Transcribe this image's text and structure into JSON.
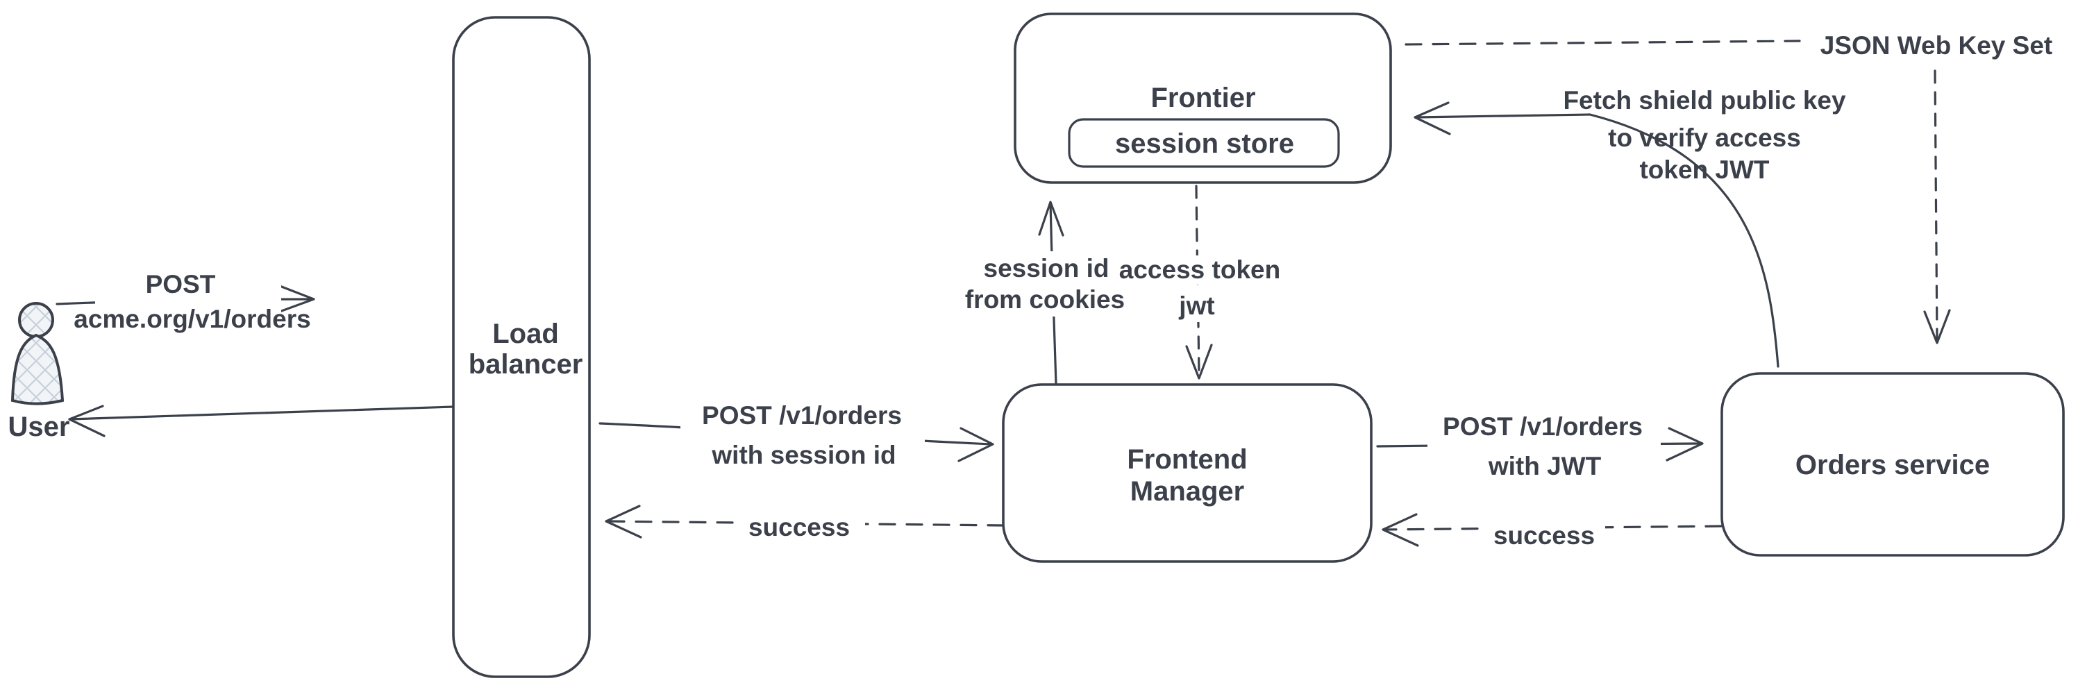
{
  "colors": {
    "ink": "#3b404a",
    "background": "#ffffff",
    "user_fill": "#f2f5f8",
    "user_hatch": "#c7d0da"
  },
  "diagram": {
    "nodes": {
      "user": {
        "label": "User"
      },
      "load_balancer": {
        "line1": "Load",
        "line2": "balancer"
      },
      "frontier": {
        "label": "Frontier",
        "session_store_label": "session store"
      },
      "frontend_manager": {
        "line1": "Frontend",
        "line2": "Manager"
      },
      "orders_service": {
        "label": "Orders service"
      }
    },
    "edges": {
      "user_to_lb": {
        "line1": "POST",
        "line2": "acme.org/v1/orders"
      },
      "lb_to_fm": {
        "line1": "POST /v1/orders",
        "line2": "with session id"
      },
      "fm_to_lb_success": {
        "label": "success"
      },
      "fm_to_frontier": {
        "line1": "session id",
        "line2": "from cookies"
      },
      "frontier_to_fm": {
        "line1": "access token",
        "line2": "jwt"
      },
      "fm_to_orders": {
        "line1": "POST /v1/orders",
        "line2": "with JWT"
      },
      "orders_to_fm_success": {
        "label": "success"
      },
      "orders_to_frontier": {
        "line1": "Fetch shield public key",
        "line2": "to verify access",
        "line3": "token JWT"
      },
      "jwks": {
        "label": "JSON Web Key Set"
      }
    }
  }
}
